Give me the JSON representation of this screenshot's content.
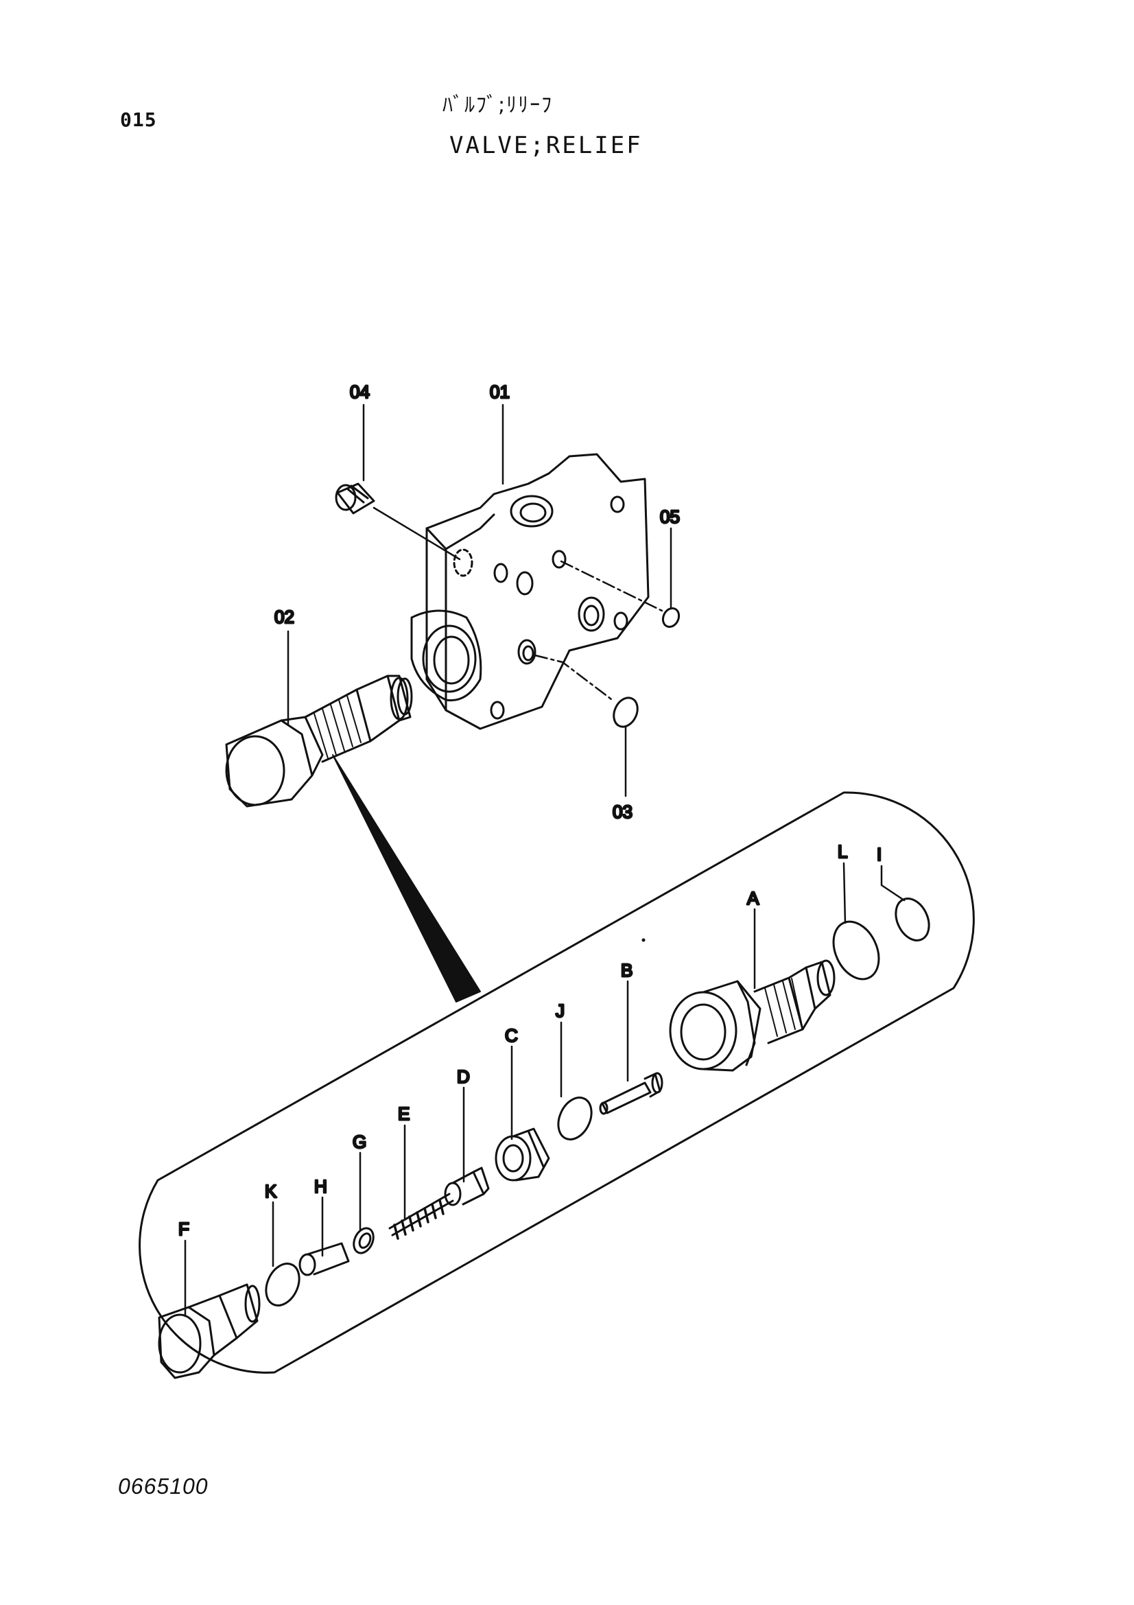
{
  "header": {
    "page_number": "015",
    "title_jp": "ﾊﾞﾙﾌﾞ;ﾘﾘｰﾌ",
    "title_en": "VALVE;RELIEF"
  },
  "footer": {
    "drawing_number": "0665100"
  },
  "callouts": {
    "p01": "01",
    "p02": "02",
    "p03": "03",
    "p04": "04",
    "p05": "05",
    "pA": "A",
    "pB": "B",
    "pC": "C",
    "pD": "D",
    "pE": "E",
    "pF": "F",
    "pG": "G",
    "pH": "H",
    "pI": "I",
    "pJ": "J",
    "pK": "K",
    "pL": "L"
  },
  "colors": {
    "line": "#111111",
    "paper": "#ffffff"
  }
}
